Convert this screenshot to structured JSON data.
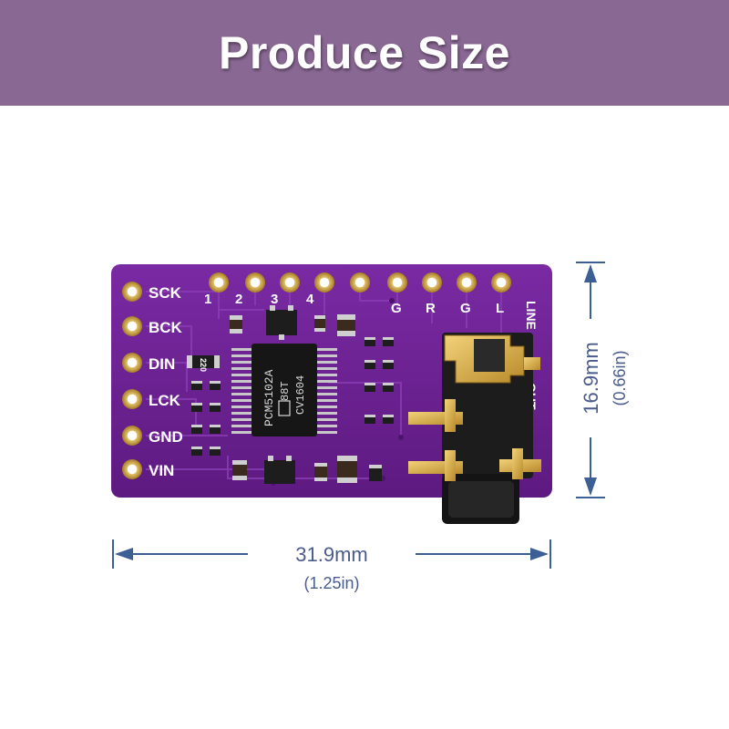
{
  "banner": {
    "title": "Produce Size"
  },
  "dimensions": {
    "width_metric": "31.9mm",
    "width_imperial": "(1.25in)",
    "height_metric": "16.9mm",
    "height_imperial": "(0.66in)"
  },
  "board": {
    "left_pins": [
      "SCK",
      "BCK",
      "DIN",
      "LCK",
      "GND",
      "VIN"
    ],
    "top_numbers": [
      "1",
      "2",
      "3",
      "4"
    ],
    "top_letters": [
      "G",
      "R",
      "G",
      "L"
    ],
    "line_label": "LINE",
    "out_label": "OUT",
    "chip_lines": [
      "PCM5102A",
      "88T",
      "CV1604"
    ],
    "resistor_code": "220"
  },
  "colors": {
    "banner": "#8a6894",
    "pcb": "#6a1f8f",
    "dimension": "#3c5f95"
  }
}
